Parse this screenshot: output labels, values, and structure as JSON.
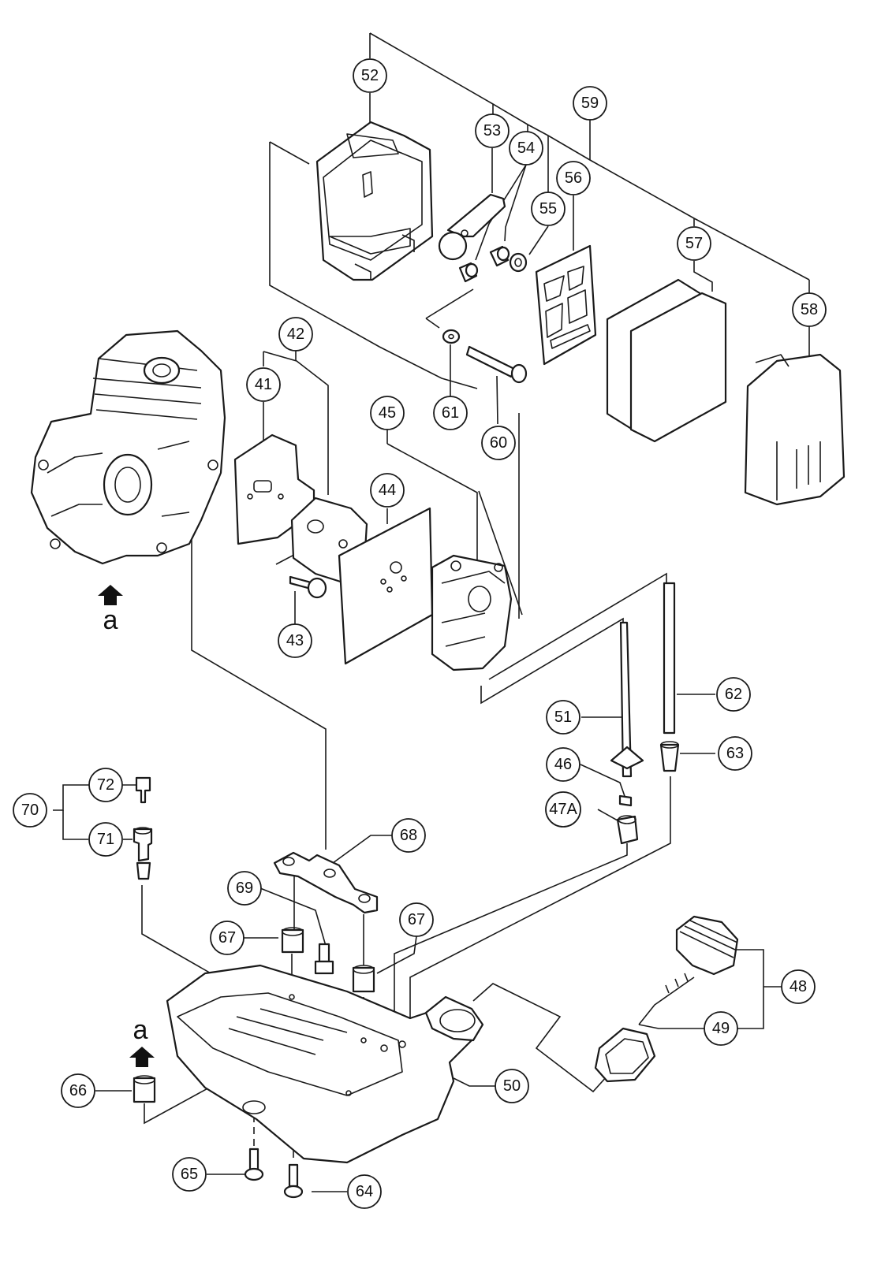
{
  "diagram": {
    "callouts": [
      {
        "label": "52"
      },
      {
        "label": "53"
      },
      {
        "label": "54"
      },
      {
        "label": "55"
      },
      {
        "label": "56"
      },
      {
        "label": "57"
      },
      {
        "label": "58"
      },
      {
        "label": "59"
      },
      {
        "label": "42"
      },
      {
        "label": "41"
      },
      {
        "label": "45"
      },
      {
        "label": "44"
      },
      {
        "label": "61"
      },
      {
        "label": "60"
      },
      {
        "label": "43"
      },
      {
        "label": "62"
      },
      {
        "label": "51"
      },
      {
        "label": "63"
      },
      {
        "label": "46"
      },
      {
        "label": "47A"
      },
      {
        "label": "68"
      },
      {
        "label": "72"
      },
      {
        "label": "70"
      },
      {
        "label": "71"
      },
      {
        "label": "69"
      },
      {
        "label": "67"
      },
      {
        "label": "67"
      },
      {
        "label": "48"
      },
      {
        "label": "49"
      },
      {
        "label": "50"
      },
      {
        "label": "66"
      },
      {
        "label": "65"
      },
      {
        "label": "64"
      }
    ],
    "view_marks": [
      {
        "letter": "a"
      },
      {
        "letter": "a"
      }
    ]
  }
}
